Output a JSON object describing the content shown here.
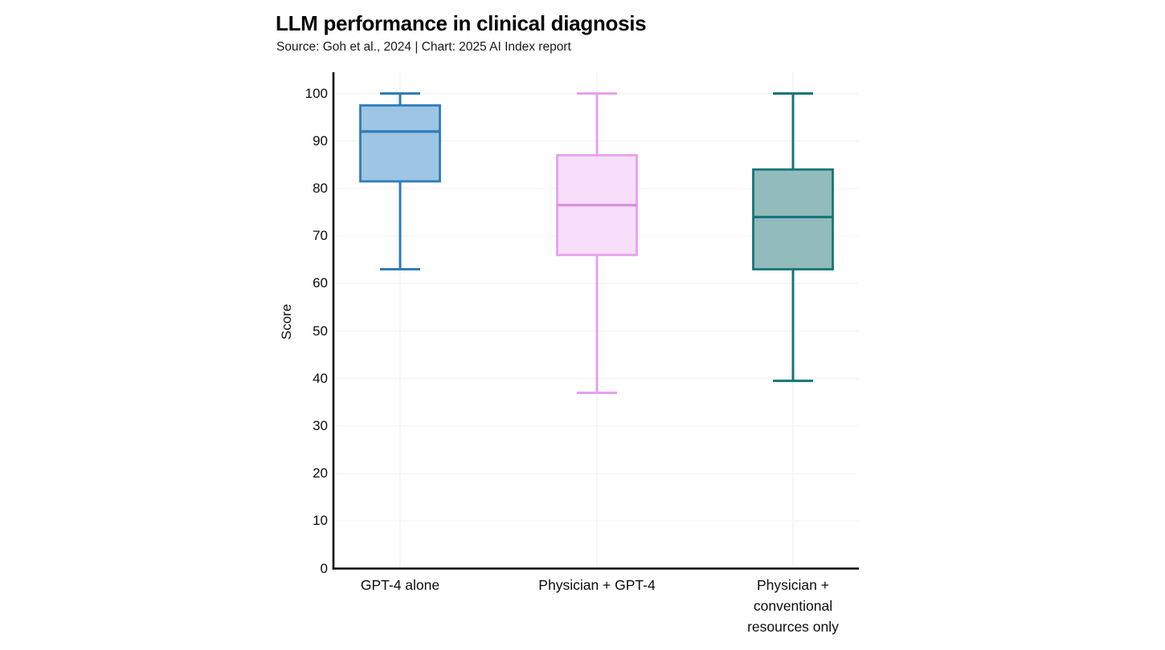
{
  "page": {
    "background": "#ffffff"
  },
  "chart_data": {
    "type": "boxplot",
    "title": "LLM performance in clinical diagnosis",
    "subtitle": "Source: Goh et al., 2024 | Chart: 2025 AI Index report",
    "ylabel": "Score",
    "ylim": [
      0,
      100
    ],
    "yticks": [
      0,
      10,
      20,
      30,
      40,
      50,
      60,
      70,
      80,
      90,
      100
    ],
    "grid": true,
    "legend_position": "none",
    "categories": [
      "GPT-4 alone",
      "Physician + GPT-4",
      "Physician + conventional resources only"
    ],
    "series": [
      {
        "name": "GPT-4 alone",
        "whisker_low": 63,
        "q1": 81.5,
        "median": 92,
        "q3": 97.5,
        "whisker_high": 100,
        "fill_color": "#9ec5e3",
        "stroke_color": "#2e7cb8",
        "median_color": "#2e7cb8"
      },
      {
        "name": "Physician + GPT-4",
        "whisker_low": 37,
        "q1": 66,
        "median": 76.5,
        "q3": 87,
        "whisker_high": 100,
        "fill_color": "#f7defa",
        "stroke_color": "#e6a2ee",
        "median_color": "#da8ce4"
      },
      {
        "name": "Physician + conventional resources only",
        "whisker_low": 39.5,
        "q1": 63,
        "median": 74,
        "q3": 84,
        "whisker_high": 100,
        "fill_color": "#92bbbb",
        "stroke_color": "#17747c",
        "median_color": "#17747c"
      }
    ]
  }
}
